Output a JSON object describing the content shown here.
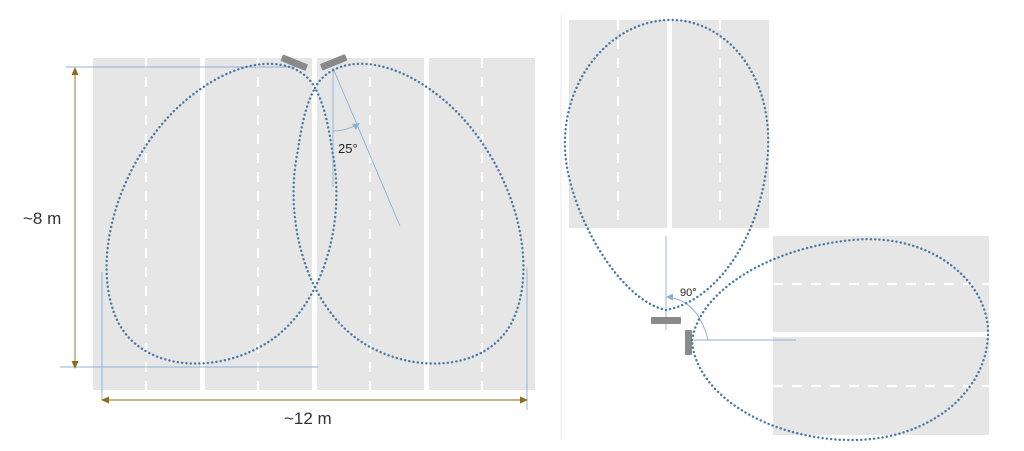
{
  "left_diagram": {
    "height_label": "~8 m",
    "width_label": "~12 m",
    "angle_label": "25°"
  },
  "right_diagram": {
    "angle_label": "90°"
  },
  "colors": {
    "parking_bay": "#e6e6e6",
    "coverage_dots": "#4a78a6",
    "guide_line": "#8cb0d6",
    "dimension_line": "#8c6d1f",
    "sensor": "#8a8a8a",
    "divider": "#e9e9e9"
  }
}
